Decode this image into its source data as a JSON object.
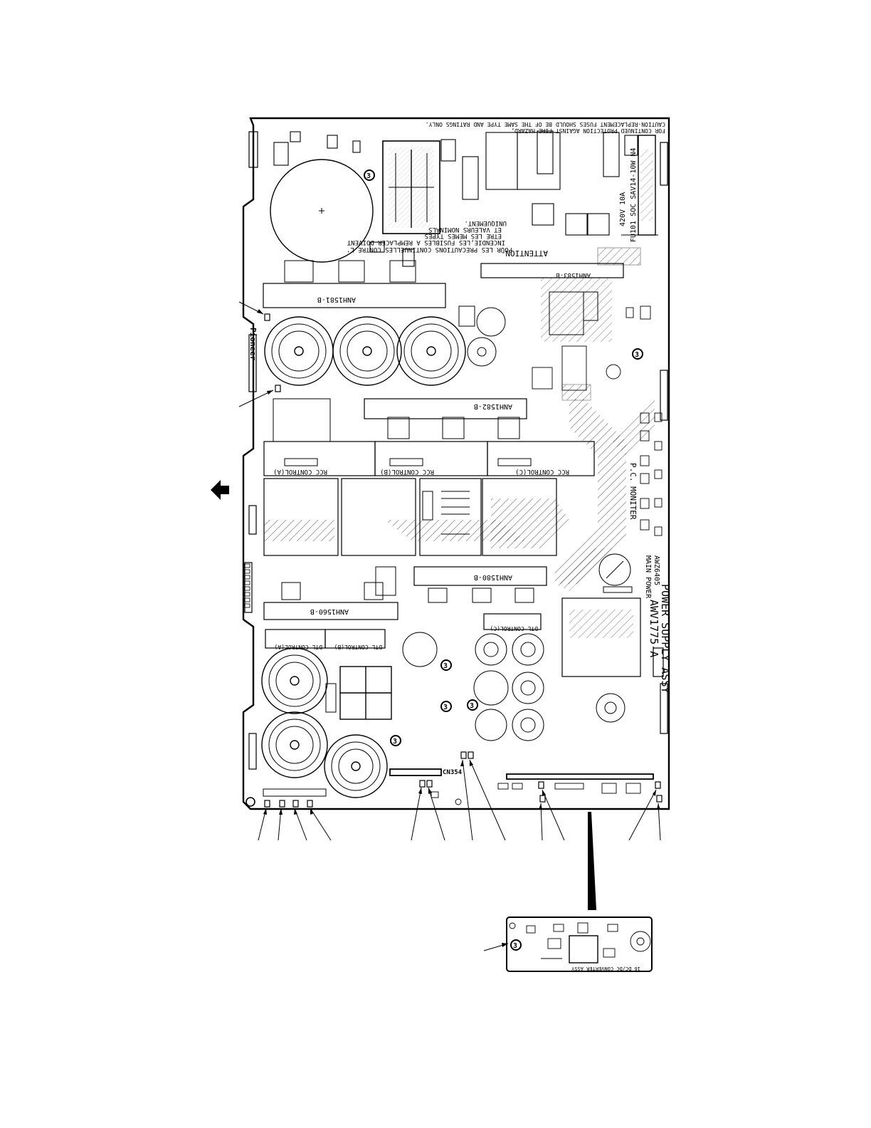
{
  "board": {
    "caution_line1": "CAUTION-REPLACEMENT FUSES SHOULD BE OF THE SAME TYPE AND RATINGS ONLY.",
    "caution_line2": "FOR CONTINUED PROTECTION AGAINST FIRE HAZARD,",
    "attention_title": "ATTENTION-",
    "attention_line1": "POUR LES PRECAUTIONS CONTINUELLES CONTRE L'",
    "attention_line2": "INCENDIE,LES FUSIBLES A REMPLACER DOIVENT",
    "attention_line3": "ETRE LES MEMES TYPES",
    "attention_line4": "ET VALEURS NOMINALS",
    "attention_line5": "UNIQUEMENT.",
    "fuse_label": "FU101 SOC SAV14-10W N4",
    "fuse_rating": "420V 10A",
    "brand": "Pioneer",
    "module_anh1581": "ANH1581-B",
    "module_anh1582": "ANH1582-B",
    "module_anh1583": "ANH1583-B",
    "module_anh1580": "ANH1580-B",
    "module_anh1560": "ANH1560-B",
    "rcc_a": "RCC CONTROL(A)",
    "rcc_b": "RCC CONTROL(B)",
    "rcc_c": "RCC CONTROL(C)",
    "dtl_a": "DTL CONTROL(A)",
    "dtl_b": "DTL CONTROL(B)",
    "dtl_c": "DTL CONTROL(C)",
    "pc_moniter": "P.C. MONITER",
    "main_power_label": "MAIN POWER",
    "part_code": "AWZ6405",
    "assy_title": "POWER SUPPLY ASSY",
    "assy_code": "AWV1775-A",
    "connector_label": "CN354",
    "mark": "3"
  },
  "sub_board": {
    "label": "16 DC/DC CONVERTER ASSY",
    "mark": "3"
  },
  "icons": {
    "direction_arrow": "left-arrow-icon",
    "ground_mark": "circled-3-icon"
  }
}
